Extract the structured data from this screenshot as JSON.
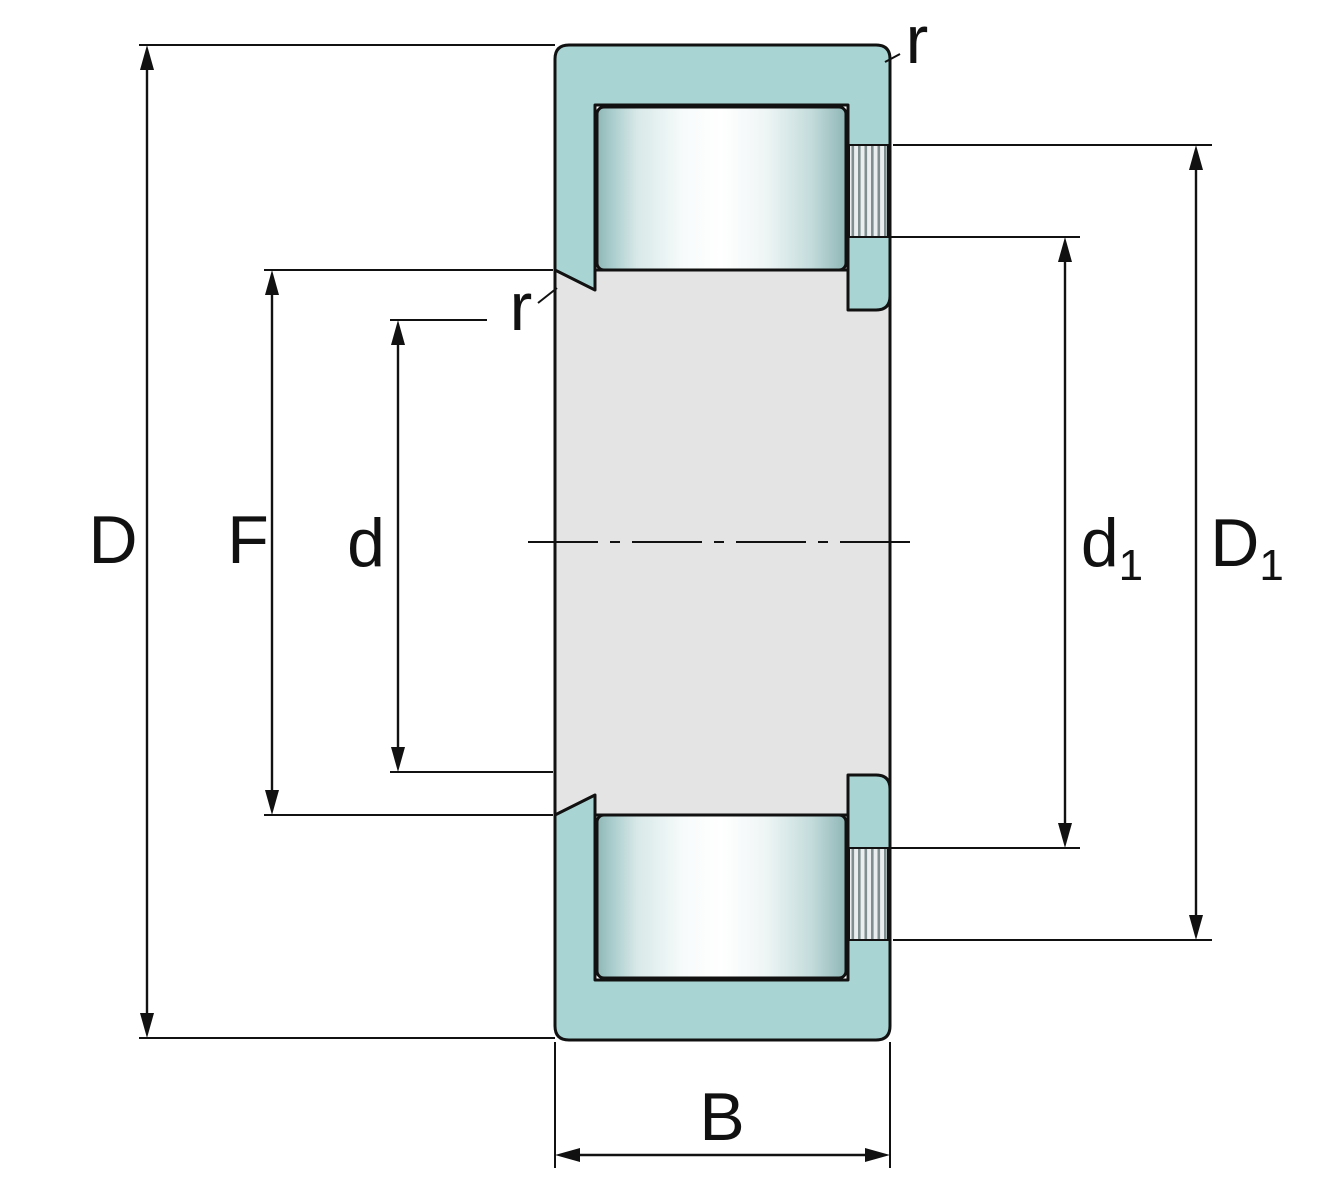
{
  "labels": {
    "D": "D",
    "F": "F",
    "d": "d",
    "r_bore": "r",
    "r_outer": "r",
    "d1": {
      "base": "d",
      "sub": "1"
    },
    "D1": {
      "base": "D",
      "sub": "1"
    },
    "B": "B"
  },
  "colors": {
    "background": "#ffffff",
    "outline": "#111111",
    "ring_teal": "#a8d5d3",
    "body_gray": "#e4e4e4",
    "roller_edge": "#8fb6b6",
    "roller_mid": "#ffffff",
    "hatch_line": "#7f8f8f",
    "hatch_bg": "#ebeeee"
  }
}
